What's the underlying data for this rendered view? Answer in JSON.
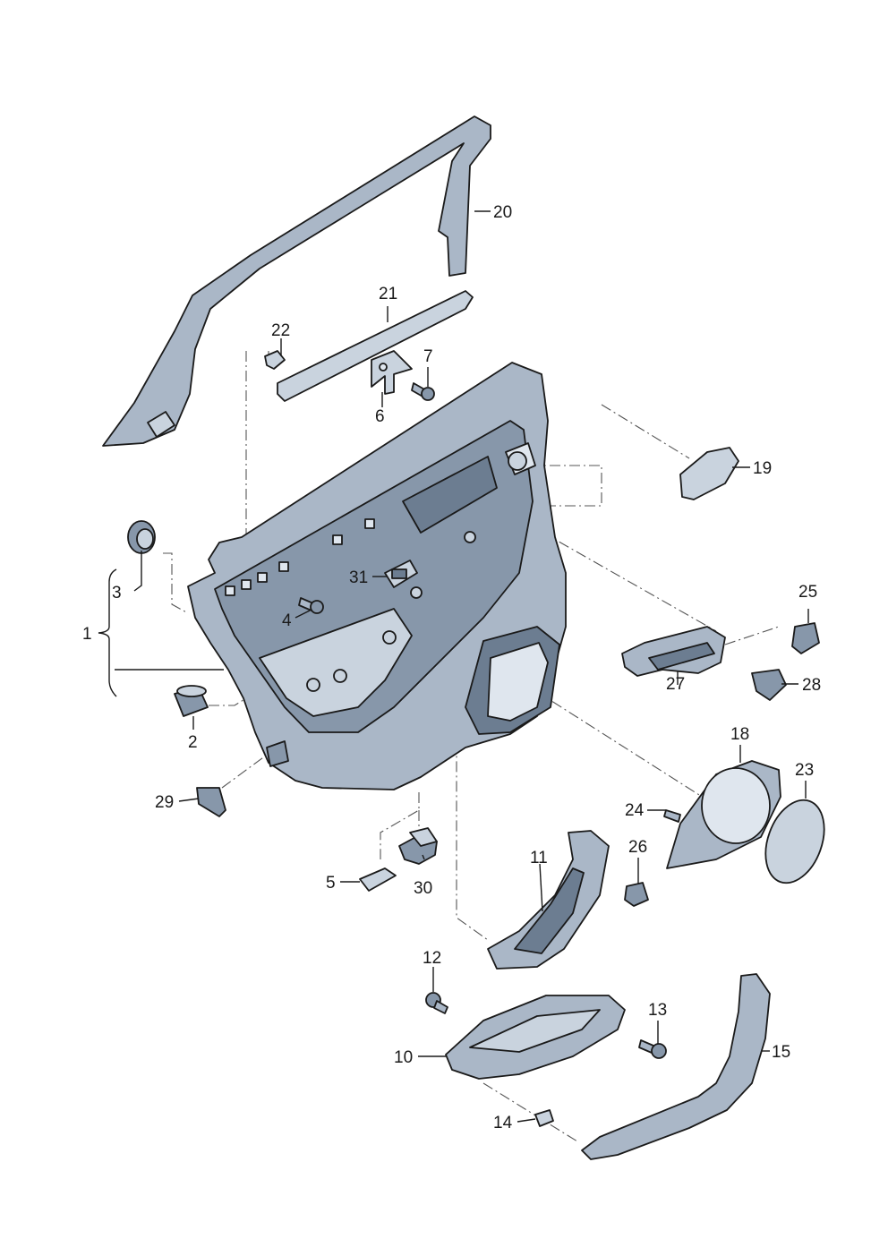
{
  "callouts": {
    "c1": "1",
    "c2": "2",
    "c3": "3",
    "c4": "4",
    "c5": "5",
    "c6": "6",
    "c7": "7",
    "c10": "10",
    "c11": "11",
    "c12": "12",
    "c13": "13",
    "c14": "14",
    "c15": "15",
    "c18": "18",
    "c19": "19",
    "c20": "20",
    "c21": "21",
    "c22": "22",
    "c23": "23",
    "c24": "24",
    "c25": "25",
    "c26": "26",
    "c27": "27",
    "c28": "28",
    "c29": "29",
    "c30": "30",
    "c31": "31"
  },
  "colors": {
    "panel": "#aab7c7",
    "shadow": "#8797aa",
    "highlight": "#c9d3de",
    "dark": "#6c7d91"
  }
}
